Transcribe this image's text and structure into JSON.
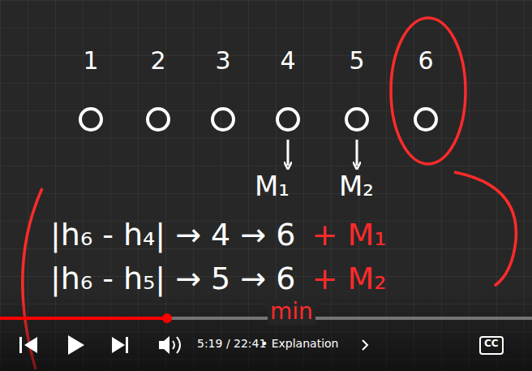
{
  "diagram": {
    "nodes": [
      {
        "text": [
          "1"
        ]
      },
      {
        "text": [
          "2"
        ]
      },
      {
        "text": [
          "3"
        ]
      },
      {
        "text": [
          "4"
        ]
      },
      {
        "text": [
          "5"
        ]
      },
      {
        "text": [
          "6"
        ]
      }
    ],
    "labels": [
      "M₁",
      "M₂",
      "|h₆ - h₄| → 4 → 6",
      "+ M₁",
      "|h₆ - h₅| → 5 → 6",
      "+ M₂",
      "min",
      "5:19 / 22:41",
      "• Explanation",
      "CC"
    ]
  }
}
